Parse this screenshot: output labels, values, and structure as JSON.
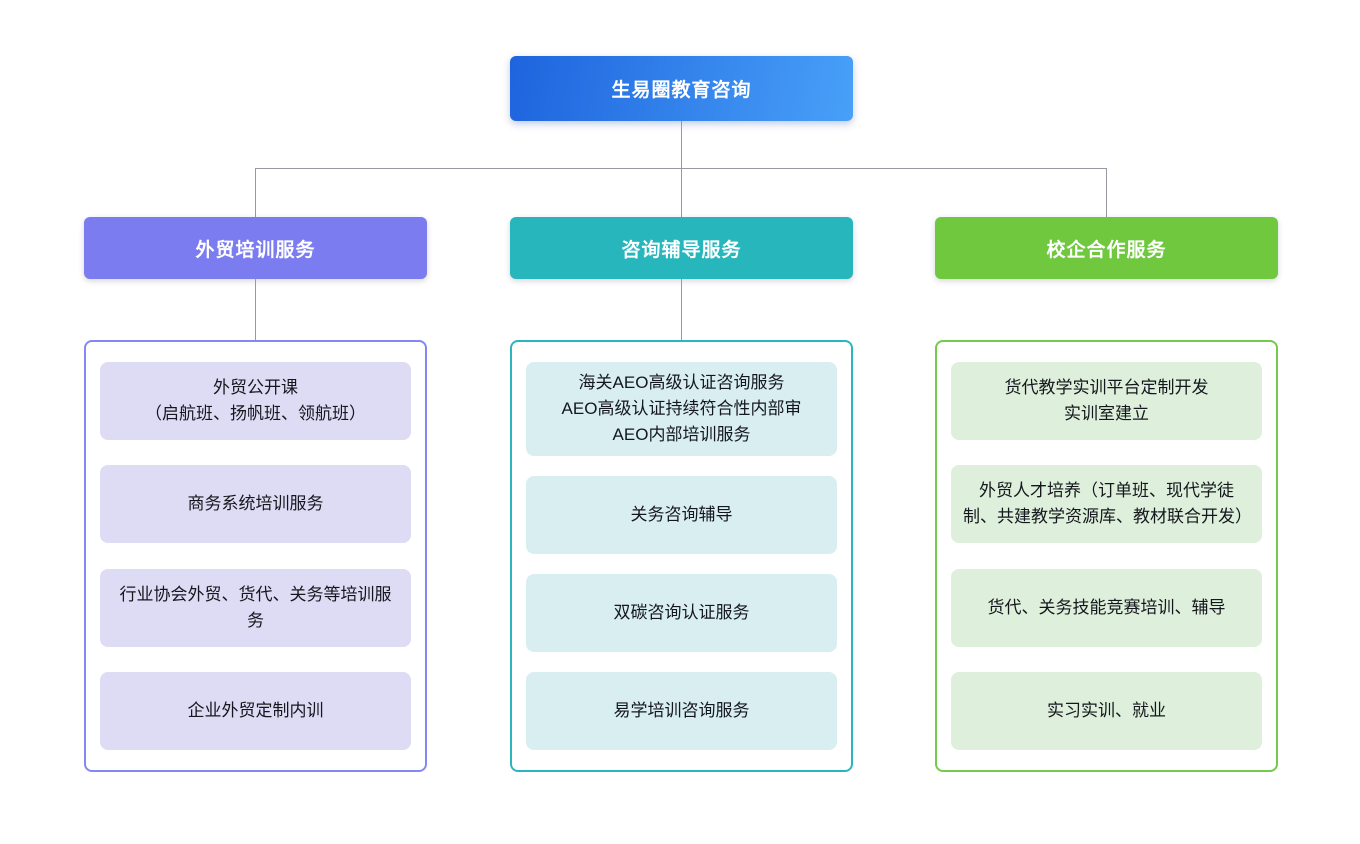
{
  "root": {
    "label": "生易圈教育咨询"
  },
  "colors": {
    "root_gradient_from": "#1e64de",
    "root_gradient_to": "#48a0f8",
    "connector": "#979aa0",
    "item_text": "#14171d",
    "background": "#ffffff"
  },
  "branches": [
    {
      "id": "trade-training",
      "label": "外贸培训服务",
      "header_color": "#7a7cf0",
      "border_color": "#8688f2",
      "item_bg": "#dedcf5",
      "has_connector_to_container": true,
      "items": [
        {
          "lines": [
            "外贸公开课",
            "（启航班、扬帆班、领航班）"
          ]
        },
        {
          "lines": [
            "商务系统培训服务"
          ]
        },
        {
          "lines": [
            "行业协会外贸、货代、关务等培训服务"
          ]
        },
        {
          "lines": [
            "企业外贸定制内训"
          ]
        }
      ]
    },
    {
      "id": "consulting-coaching",
      "label": "咨询辅导服务",
      "header_color": "#28b6bd",
      "border_color": "#2bb5bc",
      "item_bg": "#d9eef1",
      "has_connector_to_container": true,
      "items": [
        {
          "lines": [
            "海关AEO高级认证咨询服务",
            "AEO高级认证持续符合性内部审",
            "AEO内部培训服务"
          ]
        },
        {
          "lines": [
            "关务咨询辅导"
          ]
        },
        {
          "lines": [
            "双碳咨询认证服务"
          ]
        },
        {
          "lines": [
            "易学培训咨询服务"
          ]
        }
      ]
    },
    {
      "id": "school-enterprise",
      "label": "校企合作服务",
      "header_color": "#6fc83e",
      "border_color": "#74ca49",
      "item_bg": "#def0dc",
      "has_connector_to_container": false,
      "items": [
        {
          "lines": [
            "货代教学实训平台定制开发",
            "实训室建立"
          ]
        },
        {
          "lines": [
            "外贸人才培养（订单班、现代学徒制、共建教学资源库、教材联合开发）"
          ]
        },
        {
          "lines": [
            "货代、关务技能竞赛培训、辅导"
          ]
        },
        {
          "lines": [
            "实习实训、就业"
          ]
        }
      ]
    }
  ]
}
